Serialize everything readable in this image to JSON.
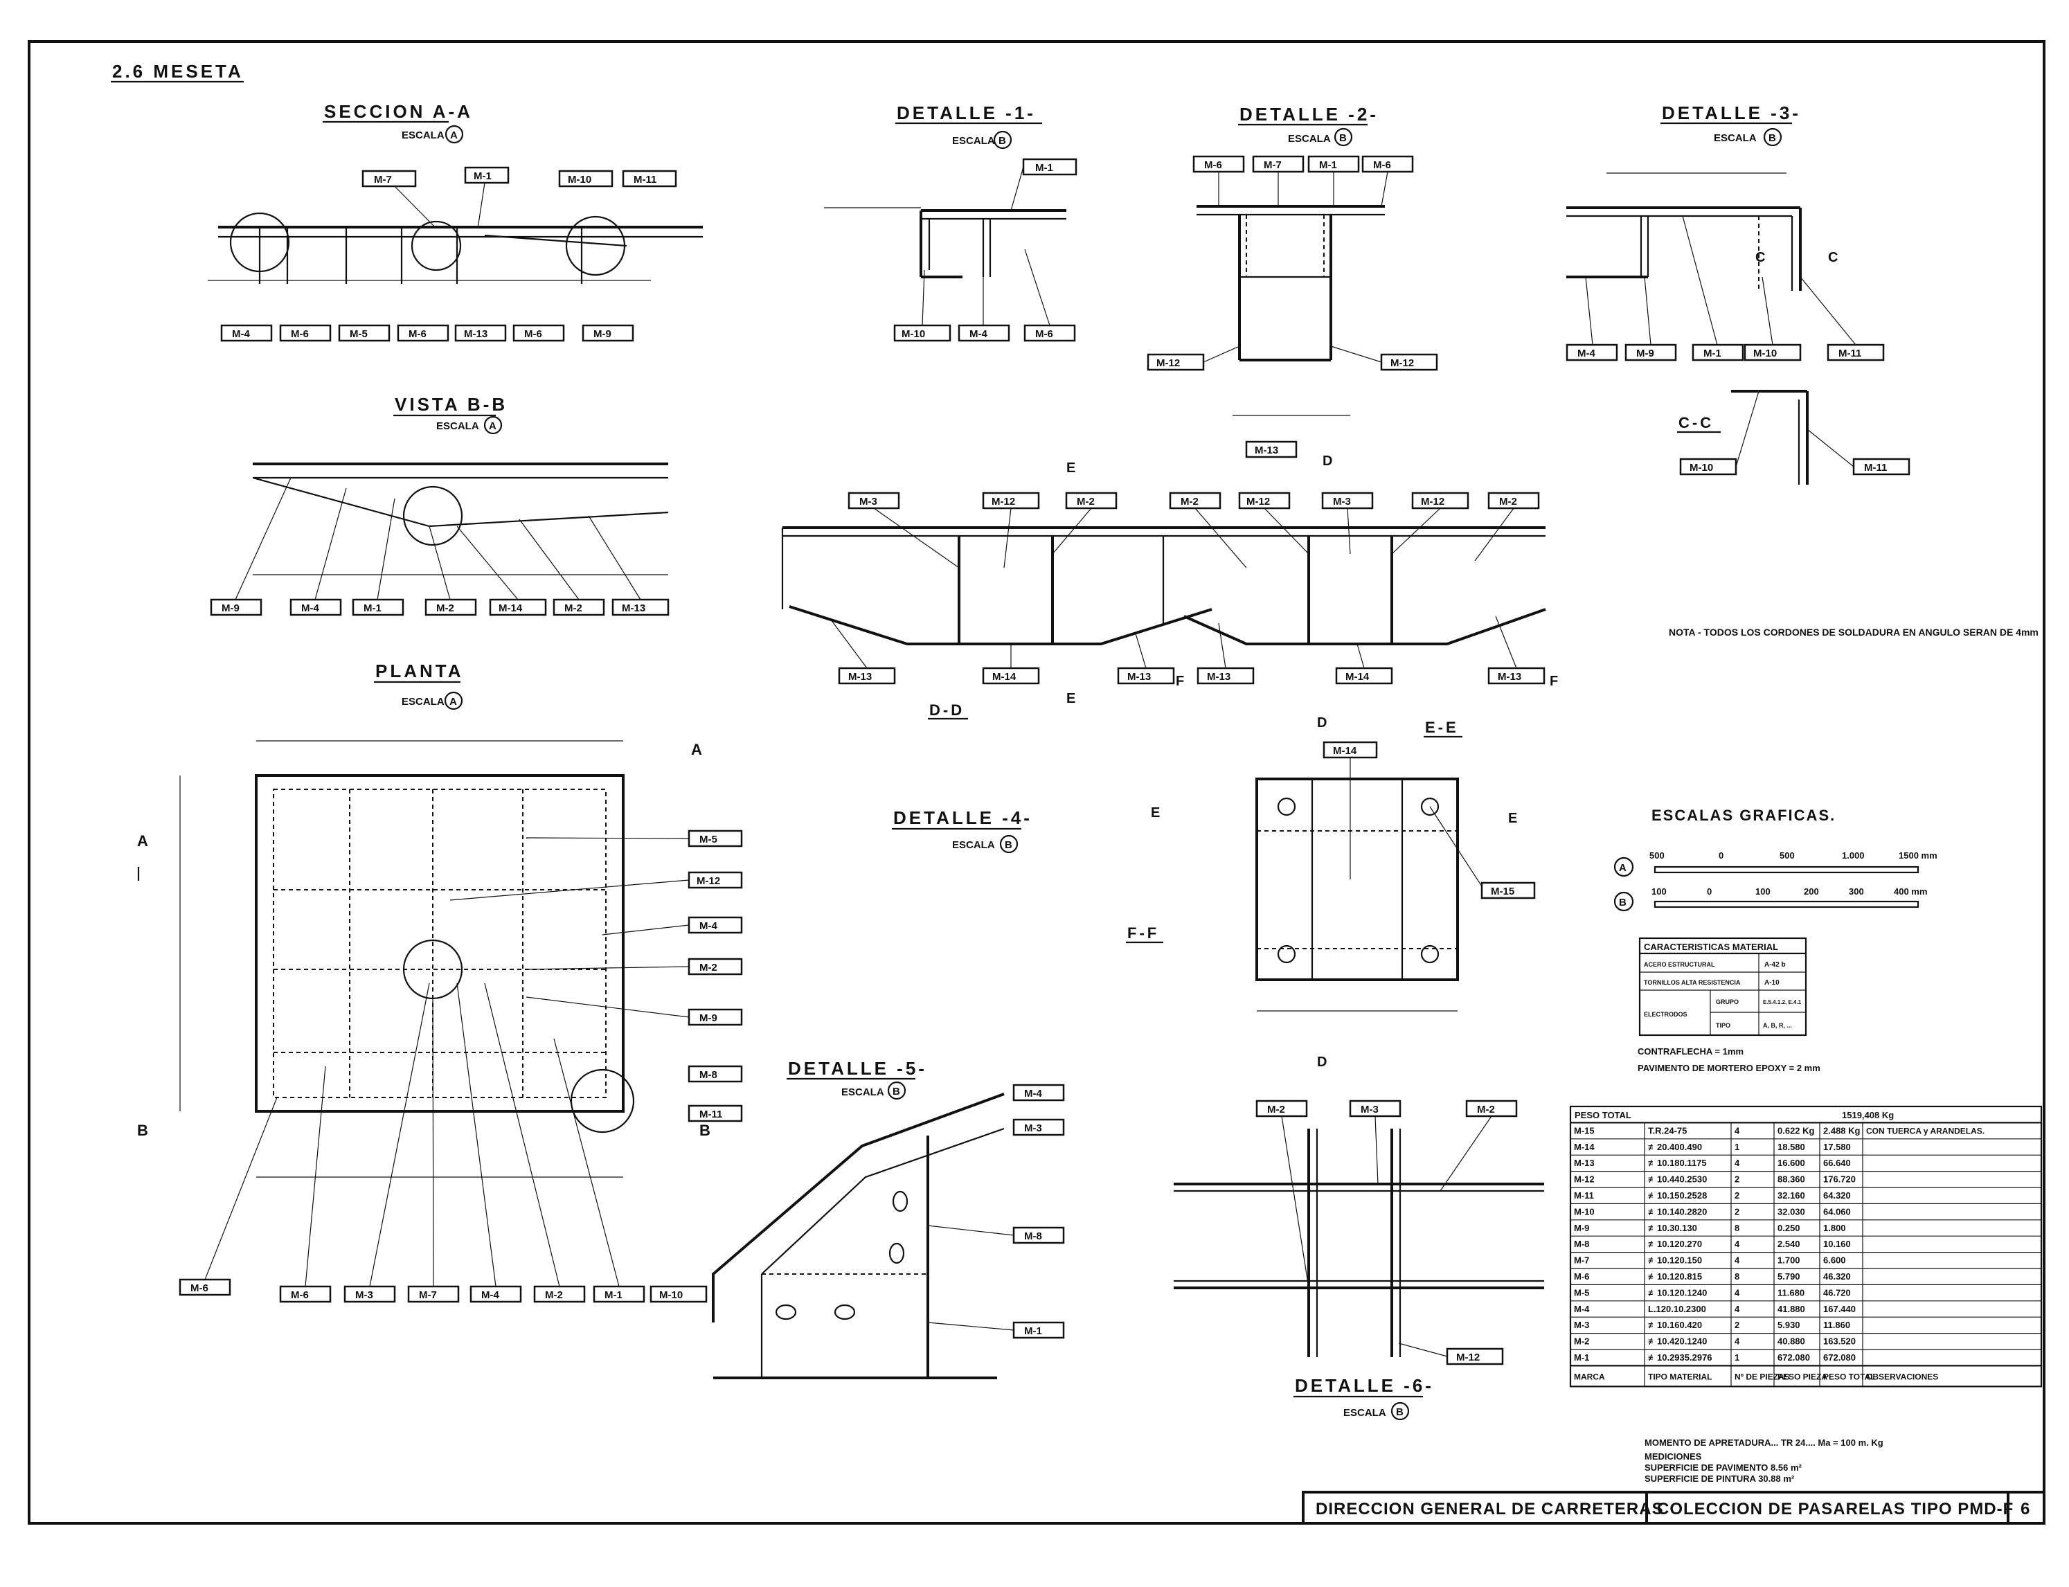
{
  "sheet": {
    "section_title": "2.6 MESETA",
    "footer_left": "DIRECCION GENERAL DE CARRETERAS",
    "footer_right": "COLECCION DE PASARELAS TIPO PMD-F",
    "sheet_number": "6"
  },
  "views": {
    "seccion_aa": {
      "title": "SECCION A-A",
      "scale": "ESCALA",
      "scale_mark": "A"
    },
    "vista_bb": {
      "title": "VISTA B-B",
      "scale": "ESCALA",
      "scale_mark": "A"
    },
    "planta": {
      "title": "PLANTA",
      "scale": "ESCALA",
      "scale_mark": "A"
    },
    "detalle1": {
      "title": "DETALLE -1-",
      "scale": "ESCALA",
      "scale_mark": "B"
    },
    "detalle2": {
      "title": "DETALLE -2-",
      "scale": "ESCALA",
      "scale_mark": "B"
    },
    "detalle3": {
      "title": "DETALLE -3-",
      "scale": "ESCALA",
      "scale_mark": "B"
    },
    "detalle4": {
      "title": "DETALLE -4-",
      "scale": "ESCALA",
      "scale_mark": "B"
    },
    "detalle5": {
      "title": "DETALLE -5-",
      "scale": "ESCALA",
      "scale_mark": "B"
    },
    "detalle6": {
      "title": "DETALLE -6-",
      "scale": "ESCALA",
      "scale_mark": "B"
    },
    "dd": {
      "title": "D-D"
    },
    "ee": {
      "title": "E-E"
    },
    "ff": {
      "title": "F-F"
    },
    "cc": {
      "title": "C-C"
    }
  },
  "tags": {
    "seccion_aa": [
      "M-7",
      "M-1",
      "M-10",
      "M-11",
      "M-4",
      "M-6",
      "M-5",
      "M-6",
      "M-13",
      "M-6",
      "M-9"
    ],
    "vista_bb": [
      "M-9",
      "M-4",
      "M-1",
      "M-2",
      "M-14",
      "M-2",
      "M-13"
    ],
    "planta_right": [
      "M-5",
      "M-12",
      "M-4",
      "M-2",
      "M-9",
      "M-8",
      "M-11"
    ],
    "planta_bottom": [
      "M-6",
      "M-6",
      "M-3",
      "M-7",
      "M-4",
      "M-2",
      "M-1",
      "M-10"
    ],
    "detalle1": [
      "M-1",
      "M-10",
      "M-4",
      "M-6"
    ],
    "detalle2": [
      "M-6",
      "M-7",
      "M-1",
      "M-6",
      "M-12",
      "M-12",
      "M-13"
    ],
    "detalle3": [
      "M-4",
      "M-9",
      "M-1",
      "M-10",
      "M-11"
    ],
    "cc": [
      "M-10",
      "M-11"
    ],
    "dd_top": [
      "M-3",
      "M-12",
      "M-2",
      "M-2",
      "M-12",
      "M-3",
      "M-12",
      "M-2"
    ],
    "dd_bottom": [
      "M-13",
      "M-14",
      "M-13",
      "M-13",
      "M-14",
      "M-13"
    ],
    "detalle5": [
      "M-4",
      "M-3",
      "M-8",
      "M-1"
    ],
    "ff": [
      "M-14",
      "M-15"
    ],
    "detalle6": [
      "M-2",
      "M-3",
      "M-2",
      "M-12"
    ]
  },
  "note": "NOTA - TODOS LOS CORDONES DE SOLDADURA EN ANGULO SERAN DE 4mm",
  "scales": {
    "title": "ESCALAS GRAFICAS.",
    "a_ticks": [
      "500",
      "0",
      "500",
      "1.000",
      "1500 mm"
    ],
    "b_ticks": [
      "100",
      "0",
      "100",
      "200",
      "300",
      "400 mm"
    ]
  },
  "material": {
    "title": "CARACTERISTICAS MATERIAL",
    "rows": [
      [
        "ACERO ESTRUCTURAL",
        "",
        "A-42 b"
      ],
      [
        "TORNILLOS ALTA RESISTENCIA",
        "",
        "A-10"
      ],
      [
        "ELECTRODOS",
        "GRUPO",
        "E.5.4.1.2, E.4.1"
      ],
      [
        "",
        "TIPO",
        "A, B, R, ..."
      ]
    ],
    "contraflecha": "CONTRAFLECHA = 1mm",
    "pavimento": "PAVIMENTO DE MORTERO EPOXY = 2 mm"
  },
  "parts": {
    "peso_total_label": "PESO TOTAL",
    "peso_total_value": "1519,408 Kg",
    "headers": [
      "MARCA",
      "TIPO MATERIAL",
      "Nº DE PIEZAS",
      "PESO PIEZA",
      "PESO TOTAL",
      "OBSERVACIONES"
    ],
    "rows": [
      [
        "M-15",
        "T.R.24-75",
        "4",
        "0.622 Kg",
        "2.488 Kg",
        "CON TUERCA y ARANDELAS."
      ],
      [
        "M-14",
        "≢20.400.490",
        "1",
        "18.580",
        "17.580",
        ""
      ],
      [
        "M-13",
        "≢10.180.1175",
        "4",
        "16.600",
        "66.640",
        ""
      ],
      [
        "M-12",
        "≢10.440.2530",
        "2",
        "88.360",
        "176.720",
        ""
      ],
      [
        "M-11",
        "≢10.150.2528",
        "2",
        "32.160",
        "64.320",
        ""
      ],
      [
        "M-10",
        "≢10.140.2820",
        "2",
        "32.030",
        "64.060",
        ""
      ],
      [
        "M-9",
        "≢10.30.130",
        "8",
        "0.250",
        "1.800",
        ""
      ],
      [
        "M-8",
        "≢10.120.270",
        "4",
        "2.540",
        "10.160",
        ""
      ],
      [
        "M-7",
        "≢10.120.150",
        "4",
        "1.700",
        "6.600",
        ""
      ],
      [
        "M-6",
        "≢10.120.815",
        "8",
        "5.790",
        "46.320",
        ""
      ],
      [
        "M-5",
        "≢10.120.1240",
        "4",
        "11.680",
        "46.720",
        ""
      ],
      [
        "M-4",
        "L.120.10.2300",
        "4",
        "41.880",
        "167.440",
        ""
      ],
      [
        "M-3",
        "≢10.160.420",
        "2",
        "5.930",
        "11.860",
        ""
      ],
      [
        "M-2",
        "≢10.420.1240",
        "4",
        "40.880",
        "163.520",
        ""
      ],
      [
        "M-1",
        "≢10.2935.2976",
        "1",
        "672.080",
        "672.080",
        ""
      ]
    ],
    "momento": "MOMENTO DE APRETADURA... TR 24.... Ma = 100 m. Kg",
    "mediciones": "MEDICIONES",
    "sup_pavimento": "SUPERFICIE DE PAVIMENTO 8.56 m²",
    "sup_pintura": "SUPERFICIE DE PINTURA 30.88 m²"
  }
}
